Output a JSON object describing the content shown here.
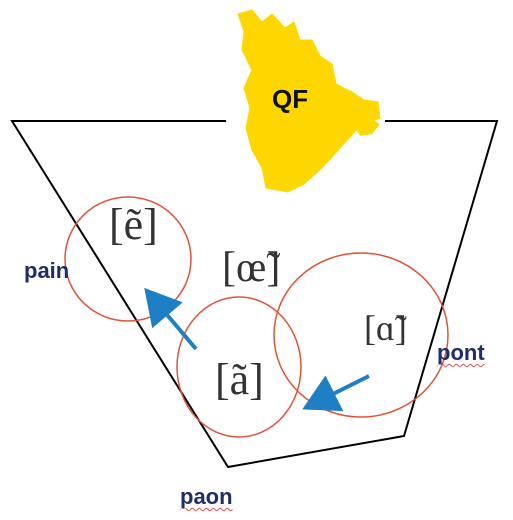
{
  "region": {
    "label": "QF",
    "fill_color": "#FFD700",
    "icon": "quebec-map-icon"
  },
  "vowels": [
    {
      "id": "e",
      "symbol": "[ẽ]"
    },
    {
      "id": "oe",
      "symbol": "[œ̃]"
    },
    {
      "id": "a",
      "symbol": "[ã]"
    },
    {
      "id": "alpha",
      "symbol": "[ɑ̃]"
    }
  ],
  "words": {
    "pain": "pain",
    "pont": "pont",
    "paon": "paon"
  },
  "colors": {
    "circle": "#E0533A",
    "arrow": "#1F7FC4",
    "outline": "#000000",
    "word_text": "#1F2D6B",
    "spellcheck_underline": "#D9534F"
  }
}
